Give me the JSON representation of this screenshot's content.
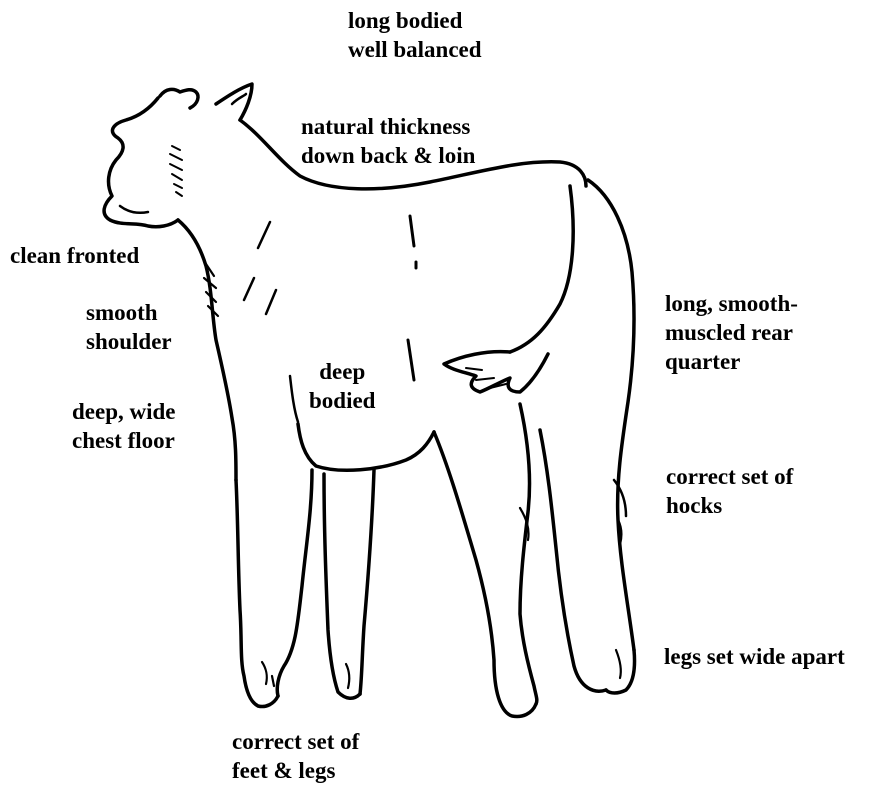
{
  "labels": {
    "long_bodied": [
      "long bodied",
      "well balanced"
    ],
    "natural_thickness": [
      "natural thickness",
      "down back & loin"
    ],
    "clean_fronted": [
      "clean fronted"
    ],
    "smooth_shoulder": [
      "smooth",
      "shoulder"
    ],
    "deep_bodied": [
      "deep",
      "bodied"
    ],
    "deep_wide_chest": [
      "deep, wide",
      "chest floor"
    ],
    "rear_quarter": [
      "long, smooth-",
      "muscled rear",
      "quarter"
    ],
    "hocks": [
      "correct set of",
      "hocks"
    ],
    "legs_wide": [
      "legs set wide apart"
    ],
    "feet_legs": [
      "correct set of",
      "feet & legs"
    ]
  },
  "colors": {
    "line": "#000000",
    "background": "#ffffff"
  }
}
